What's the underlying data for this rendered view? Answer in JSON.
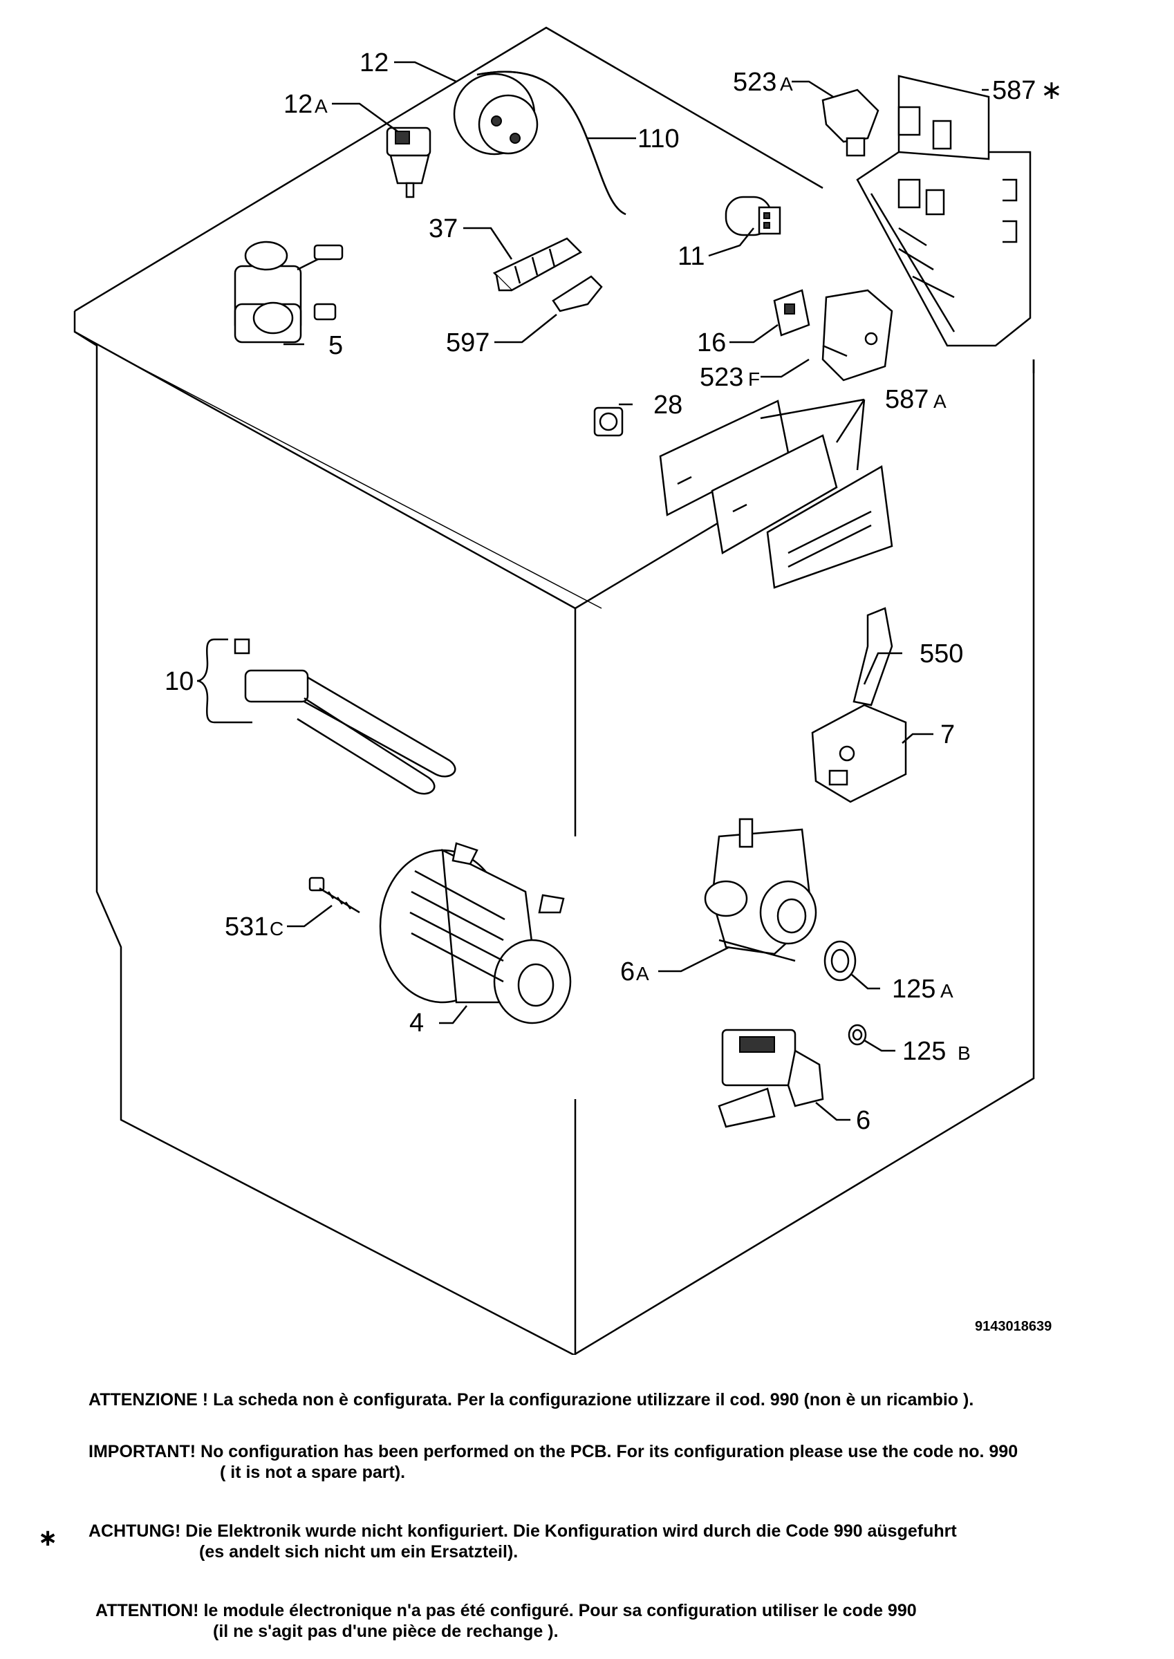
{
  "diagram": {
    "labels": {
      "p12": "12",
      "p12a": "12",
      "p12a_s": "A",
      "p110": "110",
      "p523a": "523",
      "p523a_s": "A",
      "p587s": "587",
      "p587s_s": "∗",
      "p37": "37",
      "p11": "11",
      "p5": "5",
      "p597": "597",
      "p16": "16",
      "p523f": "523",
      "p523f_s": "F",
      "p28": "28",
      "p587a": "587",
      "p587a_s": "A",
      "p10": "10",
      "p550": "550",
      "p7": "7",
      "p531c": "531",
      "p531c_s": "C",
      "p6a": "6",
      "p6a_s": "A",
      "p125a": "125",
      "p125a_s": "A",
      "p4": "4",
      "p125b": "125",
      "p125b_s": "B",
      "p6": "6"
    },
    "drawing_code": "9143018639"
  },
  "notes": {
    "it": "ATTENZIONE ! La scheda non è configurata. Per la configurazione utilizzare il cod. 990 (non è un ricambio ).",
    "en_1": "IMPORTANT! No configuration has been performed on the PCB. For its configuration please use the code no. 990",
    "en_2": "( it is not a spare part).",
    "asterisk": "∗",
    "de_1": "ACHTUNG! Die Elektronik wurde nicht konfiguriert. Die Konfiguration wird durch die Code 990 aüsgefuhrt",
    "de_2": "(es andelt sich nicht um ein Ersatzteil).",
    "fr_1": "ATTENTION! le module électronique n'a pas été configuré. Pour  sa configuration utiliser le code 990",
    "fr_2": "(il ne s'agit pas d'une pièce de rechange )."
  }
}
